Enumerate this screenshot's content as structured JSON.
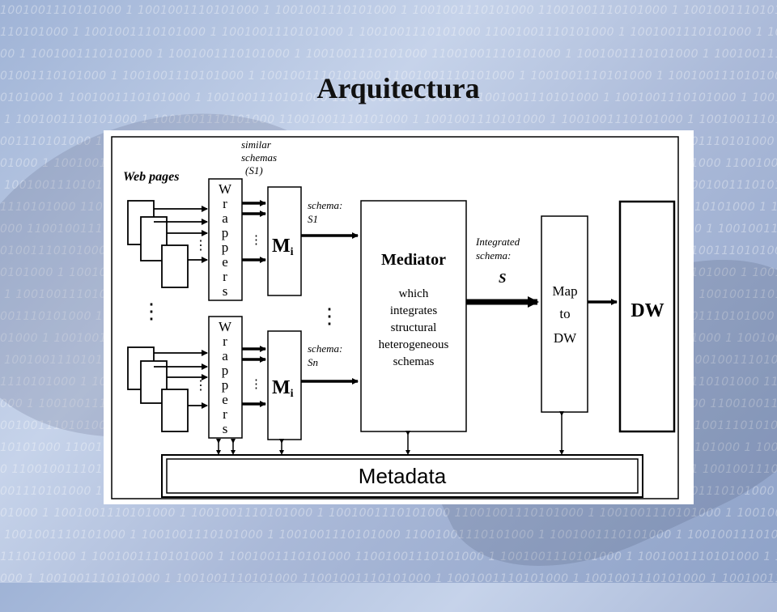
{
  "title": "Arquitectura",
  "background_pattern": "1001001110101000 1 1001001110101000 1 1001001110101000 1 1001001110101000 1",
  "diagram": {
    "web_pages_label": "Web pages",
    "similar_schemas_label": [
      "similar",
      "schemas",
      "(S1)"
    ],
    "wrappers_letters": [
      "W",
      "r",
      "a",
      "p",
      "p",
      "e",
      "r",
      "s"
    ],
    "mi_label": "M",
    "mi_sub": "i",
    "schema_label": "schema:",
    "schema_s1": "S1",
    "schema_sn": "Sn",
    "mediator_title": "Mediator",
    "mediator_desc": [
      "which",
      "integrates",
      "structural",
      "heterogeneous",
      "schemas"
    ],
    "integrated_label": [
      "Integrated",
      "schema:"
    ],
    "integrated_symbol": "S",
    "map_label": [
      "Map",
      "to",
      "DW"
    ],
    "dw_label": "DW",
    "metadata_label": "Metadata"
  },
  "colors": {
    "line": "#000000",
    "panel": "#ffffff"
  }
}
